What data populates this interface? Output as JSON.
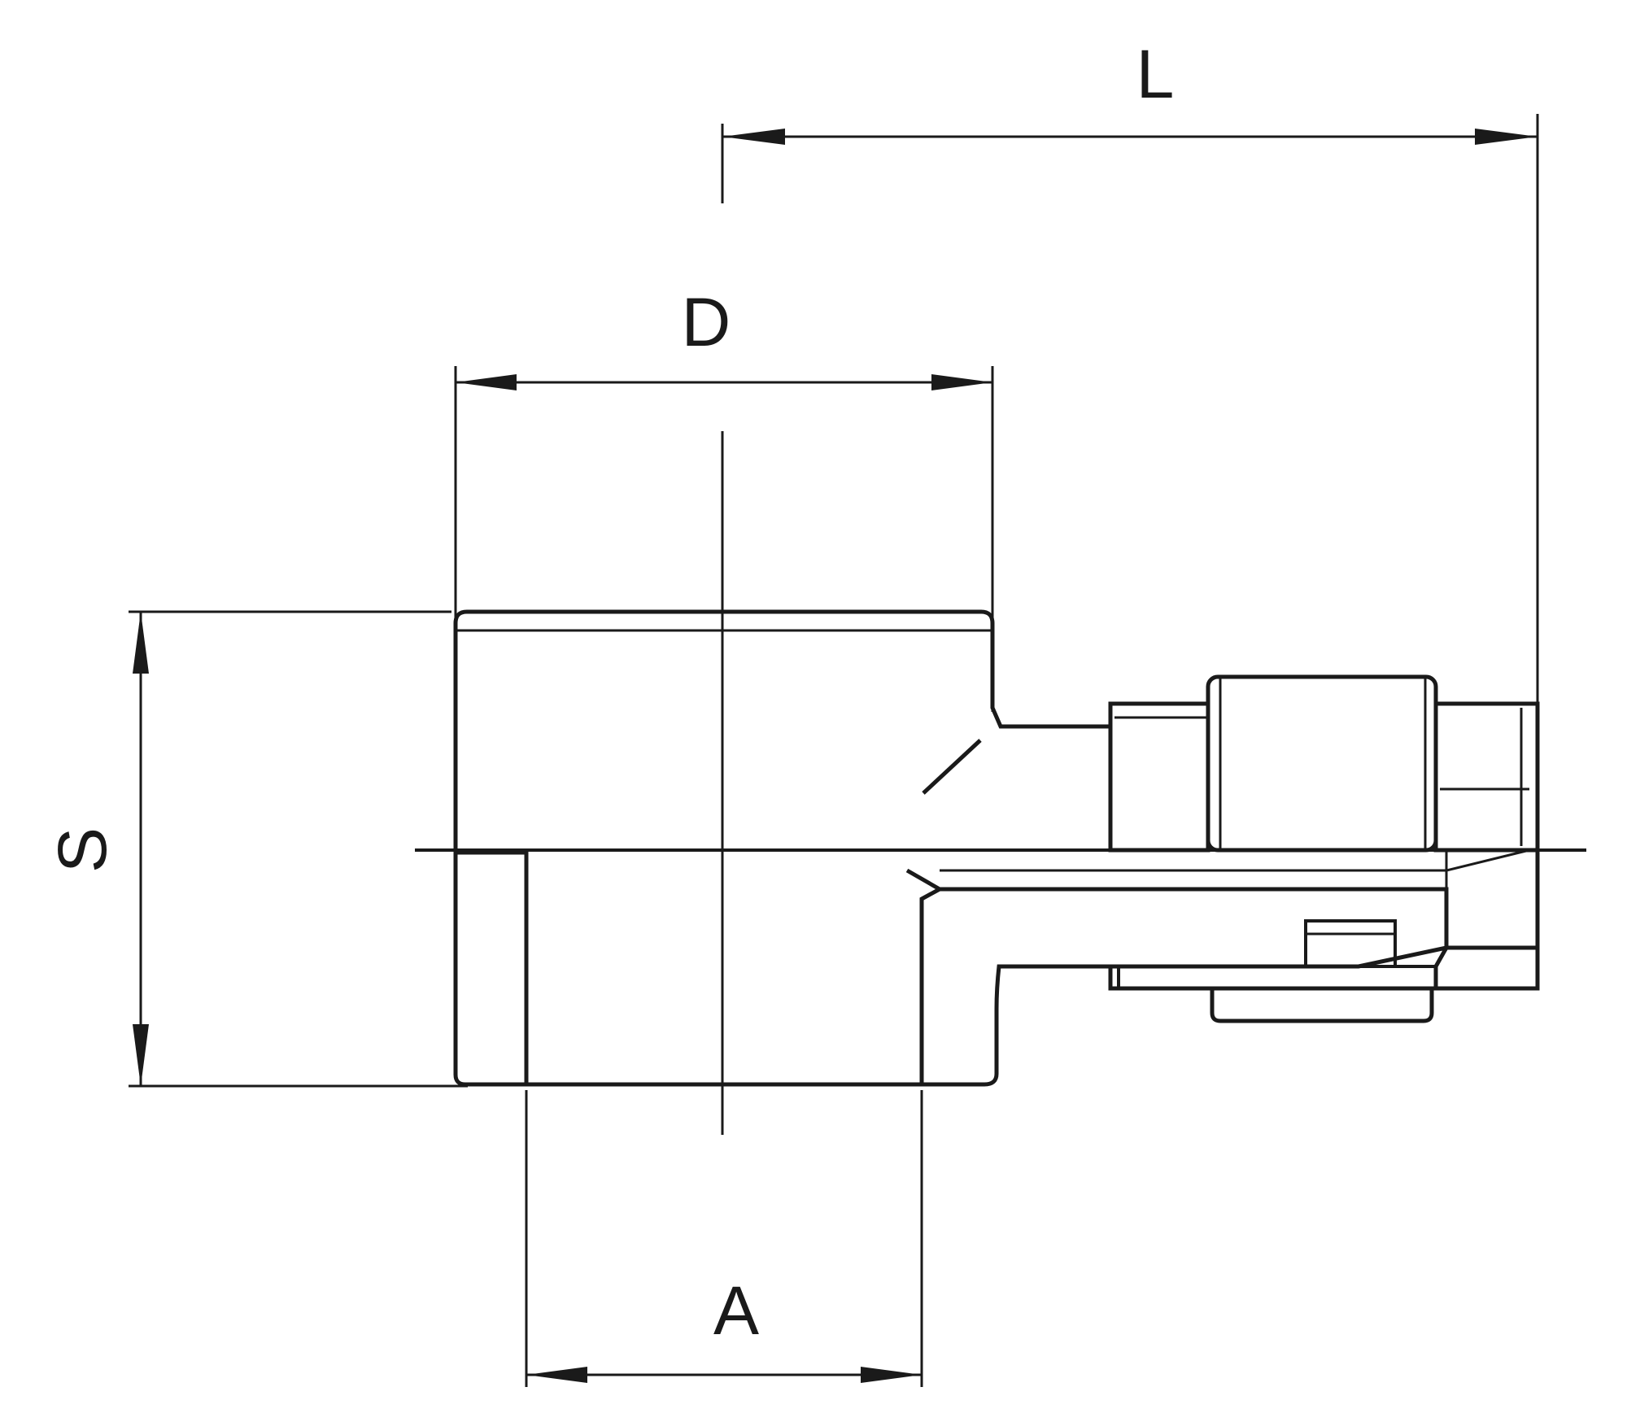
{
  "dimensions": {
    "L": "L",
    "D": "D",
    "S": "S",
    "A": "A"
  },
  "colors": {
    "line": "#1a1a1a",
    "background": "#ffffff"
  }
}
